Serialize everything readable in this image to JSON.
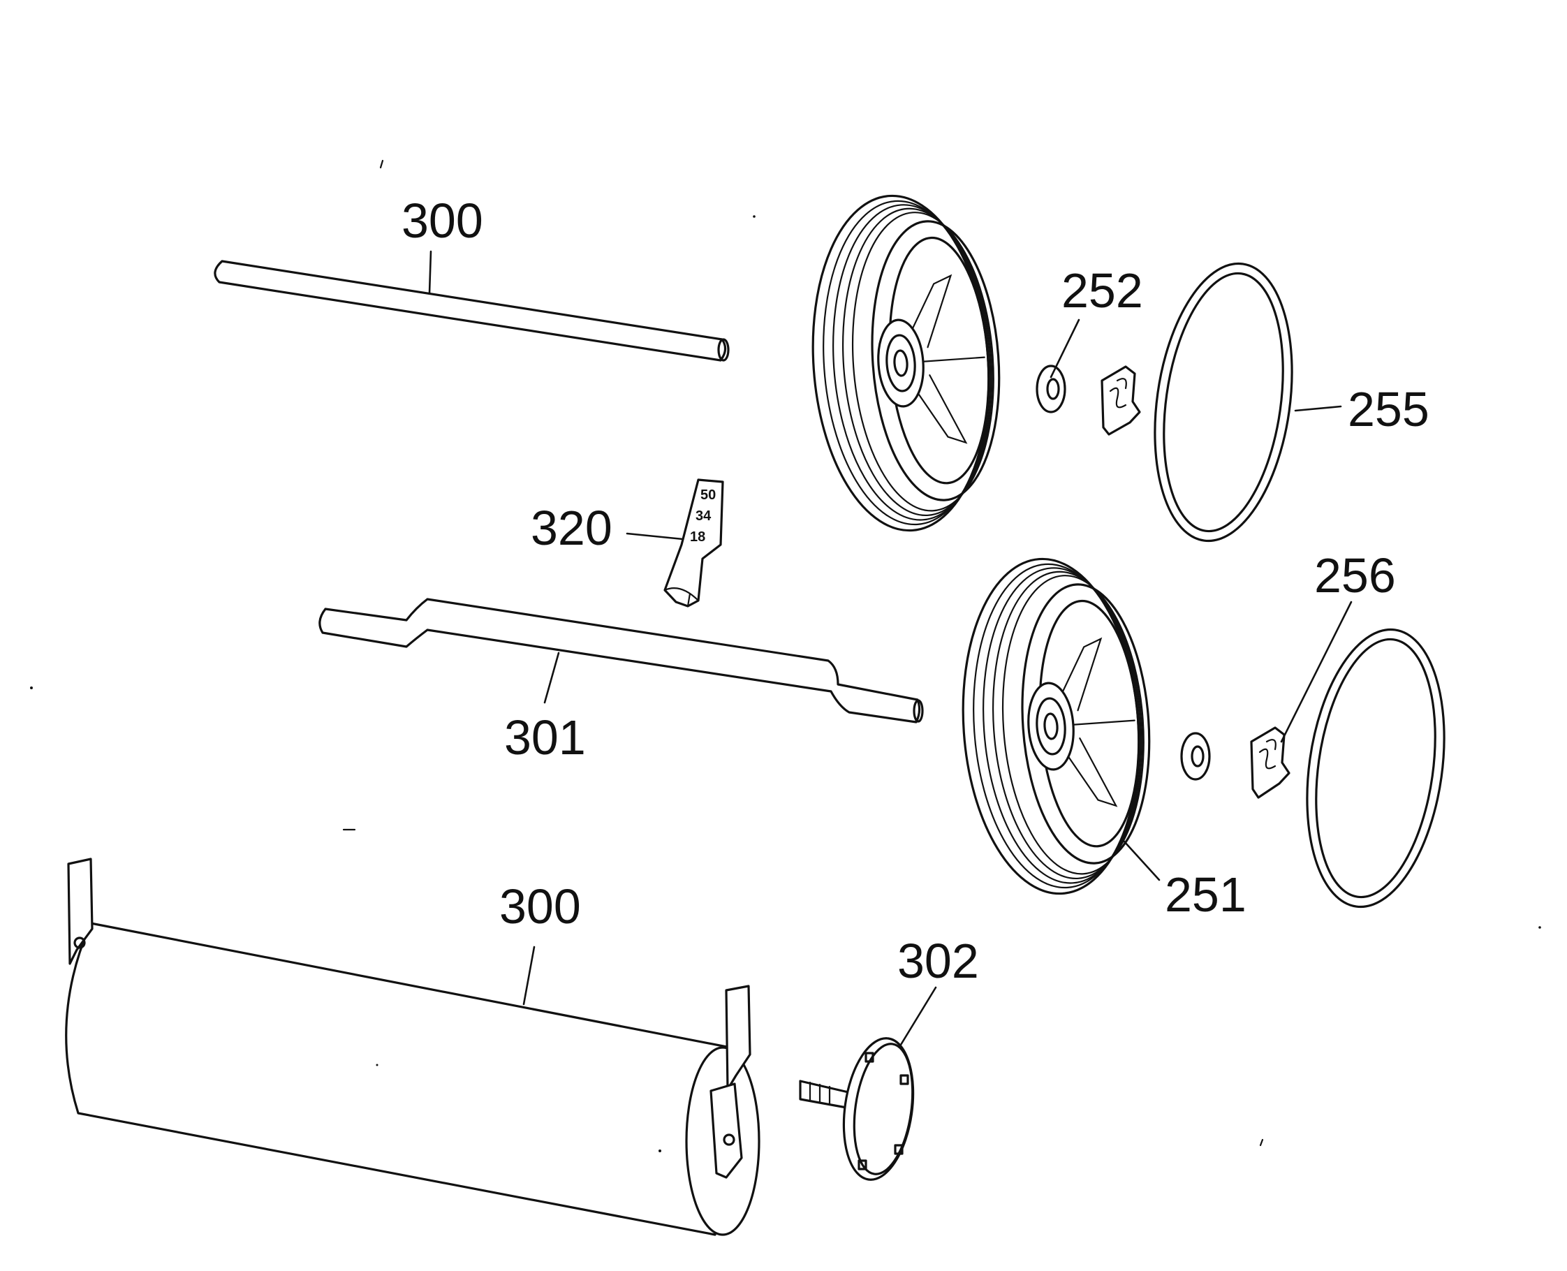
{
  "callouts": {
    "axle_top": "300",
    "washer_top": "252",
    "hubcap_top": "255",
    "height_indicator": "320",
    "axle_bent": "301",
    "hubcap_bottom": "256",
    "wheel": "251",
    "roller": "300",
    "roller_end_cap": "302"
  },
  "height_scale": {
    "mark_1": "50",
    "mark_2": "34",
    "mark_3": "18"
  },
  "icons": [
    "axle",
    "wheel",
    "washer",
    "clip",
    "hubcap-ring",
    "height-indicator",
    "bent-axle",
    "roller",
    "end-cap"
  ]
}
